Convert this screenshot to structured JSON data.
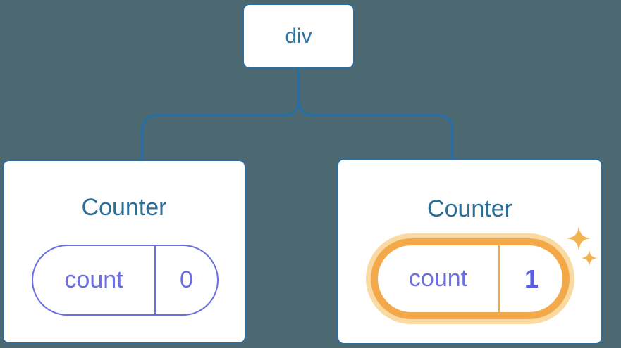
{
  "diagram": {
    "description": "React component tree diagram with root div and two Counter components holding count state",
    "background": "#4c6972",
    "root": {
      "label": "div"
    },
    "counters": [
      {
        "title": "Counter",
        "state_key": "count",
        "state_value": "0",
        "highlighted": false
      },
      {
        "title": "Counter",
        "state_key": "count",
        "state_value": "1",
        "highlighted": true
      }
    ],
    "colors": {
      "background": "#4c6972",
      "node_fill": "#ffffff",
      "node_border_and_lines": "#2d6d9e",
      "root_label_text": "#3174a4",
      "counter_title_text": "#2d6e96",
      "state_pill_border": "#6b6fe0",
      "state_text": "#6a6ee0",
      "highlight_value_text": "#5b5fe0",
      "highlight_ring": "#f3a94a",
      "highlight_glow": "#fad9a3",
      "sparkle": "#f3b250"
    }
  }
}
